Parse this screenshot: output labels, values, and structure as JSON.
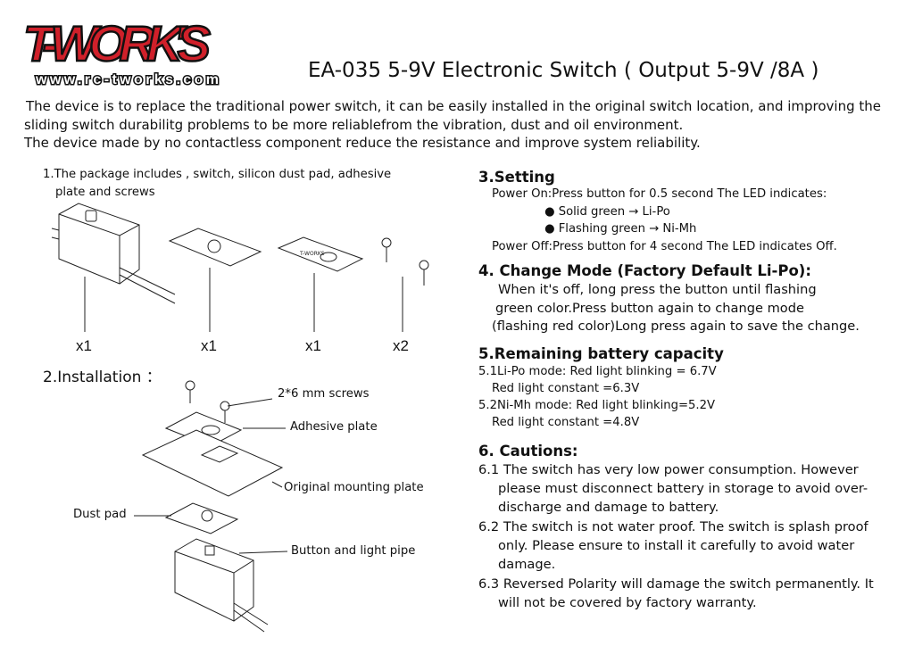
{
  "logo": {
    "brand": "T-WORK'S",
    "url": "www.rc-tworks.com"
  },
  "title": "EA-035  5-9V Electronic  Switch ( Output 5-9V /8A )",
  "intro": [
    "The device is to replace the traditional power switch, it  can be easily installed in the original switch location, and improving the",
    "sliding switch durabilitg problems to be more reliablefrom the vibration, dust and oil environment.",
    "The device made by no contactless component  reduce the resistance and improve system reliability."
  ],
  "package": {
    "lines": [
      "1.The package includes , switch, silicon dust pad, adhesive",
      "plate and screws"
    ],
    "qty": [
      "x1",
      "x1",
      "x1",
      "x2"
    ]
  },
  "installation": {
    "heading": "2.Installation ：",
    "labels": {
      "screws": "2*6 mm screws",
      "adhesive": "Adhesive plate",
      "mounting": "Original mounting plate",
      "dust": "Dust pad",
      "button": "Button and light pipe"
    }
  },
  "setting": {
    "heading": "3.Setting",
    "power_on": "Power On:Press button for 0.5 second The LED indicates:",
    "bullets": [
      "● Solid  green  → Li-Po",
      "● Flashing green → Ni-Mh"
    ],
    "power_off": "Power Off:Press button for 4 second The LED indicates Off."
  },
  "change_mode": {
    "heading": "4. Change Mode (Factory Default Li-Po):",
    "lines": [
      "When it's off, long press the button until flashing",
      "green color.Press button again to change mode",
      "(flashing red color)Long press again to save the change."
    ]
  },
  "battery": {
    "heading": "5.Remaining battery capacity",
    "lines": [
      "5.1Li-Po mode:  Red light blinking = 6.7V",
      "Red light constant =6.3V",
      "5.2Ni-Mh mode:  Red light blinking=5.2V",
      "Red light constant =4.8V"
    ]
  },
  "cautions": {
    "heading": "6. Cautions:",
    "lines": [
      "6.1 The switch has very low power consumption. However",
      "please must disconnect battery in storage to avoid over-",
      "discharge and damage to battery.",
      "6.2 The switch is not water proof. The switch is splash proof",
      "only. Please ensure to install it carefully to avoid water",
      "damage.",
      "6.3 Reversed Polarity will damage the switch permanently. It",
      "will not be covered by factory warranty."
    ]
  },
  "colors": {
    "logo_red": "#d0202a",
    "text": "#111111"
  }
}
